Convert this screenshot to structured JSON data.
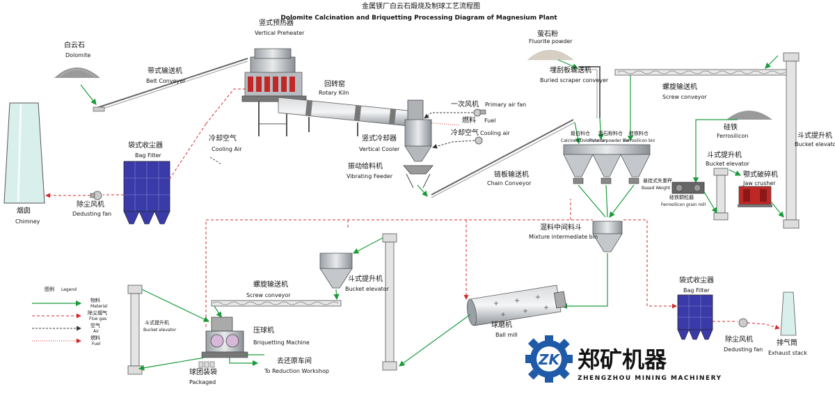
{
  "title": {
    "zh": "金属镁厂白云石煅烧及制球工艺流程图",
    "en": "Dolomite Calcination and Briquetting Processing Diagram of Magnesium Plant"
  },
  "labels": {
    "dolomite": {
      "zh": "白云石",
      "en": "Dolomite"
    },
    "belt_conveyor": {
      "zh": "带式输送机",
      "en": "Belt Conveyer"
    },
    "vertical_preheater": {
      "zh": "竖式预热器",
      "en": "Vertical Preheater"
    },
    "rotary_kiln": {
      "zh": "回转窑",
      "en": "Rotary Kiln"
    },
    "primary_air_fan": {
      "zh": "一次风机",
      "en": "Primary air fan"
    },
    "fuel": {
      "zh": "燃料",
      "en": "Fuel"
    },
    "cooling_air_right": {
      "zh": "冷却空气",
      "en": "Cooling air"
    },
    "cooling_air_left": {
      "zh": "冷却空气",
      "en": "Cooling Air"
    },
    "vertical_cooler": {
      "zh": "竖式冷却器",
      "en": "Vertical Cooler"
    },
    "vibrating_feeder": {
      "zh": "振动给料机",
      "en": "Vibrating Feeder"
    },
    "chain_conveyor": {
      "zh": "链板输送机",
      "en": "Chain Conveyor"
    },
    "chimney": {
      "zh": "烟囱",
      "en": "Chimney"
    },
    "dedusting_fan_left": {
      "zh": "除尘风机",
      "en": "Dedusting fan"
    },
    "bag_filter_left": {
      "zh": "袋式收尘器",
      "en": "Bag Filter"
    },
    "fluorite_powder": {
      "zh": "萤石粉",
      "en": "Fluorite powder"
    },
    "buried_scraper": {
      "zh": "埋刮板输送机",
      "en": "Buried scraper conveyer"
    },
    "screw_conveyor_top": {
      "zh": "螺旋输送机",
      "en": "Screw conveyor"
    },
    "calcined_bin": {
      "zh": "煅白料仓",
      "en": "Calcined Dolomite bin"
    },
    "fluorite_bin": {
      "zh": "萤石粉料仓",
      "en": "Fluorite powder bin"
    },
    "ferrosilicon_bin": {
      "zh": "硅铁料仓",
      "en": "Ferrosilicon bin"
    },
    "ferrosilicon": {
      "zh": "硅铁",
      "en": "Ferrosilicon"
    },
    "bucket_elevator_far": {
      "zh": "斗式提升机",
      "en": "Bucket elevator"
    },
    "bucket_elevator_mid": {
      "zh": "斗式提升机",
      "en": "Bucket elevator"
    },
    "jaw_crusher": {
      "zh": "颚式破碎机",
      "en": "Jaw crusher"
    },
    "ferro_grain_mill": {
      "zh": "硅铁颗粒磨",
      "en": "Ferrosilicon grain mill"
    },
    "based_weight": {
      "zh": "悬挂式失重秤",
      "en": "Based Weight"
    },
    "mixture_bin": {
      "zh": "混料中间料斗",
      "en": "Mixture intermediate bin"
    },
    "screw_conveyor_bottom": {
      "zh": "螺旋输送机",
      "en": "Screw conveyor"
    },
    "bucket_elevator_hopper": {
      "zh": "斗式提升机",
      "en": "Bucket elevator"
    },
    "bucket_elevator_left": {
      "zh": "斗式提升机",
      "en": "Bucket elevator"
    },
    "briquetting_machine": {
      "zh": "压球机",
      "en": "Briquetting Machine"
    },
    "packaged": {
      "zh": "球团装袋",
      "en": "Packaged"
    },
    "reduction_workshop": {
      "zh": "去还原车间",
      "en": "To Reduction Workshop"
    },
    "ball_mill": {
      "zh": "球磨机",
      "en": "Ball mill"
    },
    "bag_filter_right": {
      "zh": "袋式收尘器",
      "en": "Bag Filter"
    },
    "dedusting_fan_right": {
      "zh": "除尘风机",
      "en": "Dedusting fan"
    },
    "exhaust_stack": {
      "zh": "排气筒",
      "en": "Exhaust stack"
    }
  },
  "legend": {
    "title_zh": "图例",
    "title_en": "Legend",
    "items": [
      {
        "zh": "物料",
        "en": "Material",
        "color": "#1a9a3a",
        "style": "solid"
      },
      {
        "zh": "除尘烟气",
        "en": "Flue gas",
        "color": "#d42a2a",
        "style": "dashed"
      },
      {
        "zh": "空气",
        "en": "Air",
        "color": "#333333",
        "style": "dashed"
      },
      {
        "zh": "燃料",
        "en": "Fuel",
        "color": "#d42a2a",
        "style": "dotted"
      }
    ]
  },
  "brand": {
    "mark": "ZK",
    "zh": "郑矿机器",
    "en": "ZHENGZHOU MINING MACHINERY",
    "mark_color": "#1e5aa8"
  },
  "colors": {
    "material": "#1a9a3a",
    "flue_gas": "#d42a2a",
    "air": "#333333",
    "filter_blue": "#3a3aa8",
    "chimney_teal": "#d9efec"
  }
}
